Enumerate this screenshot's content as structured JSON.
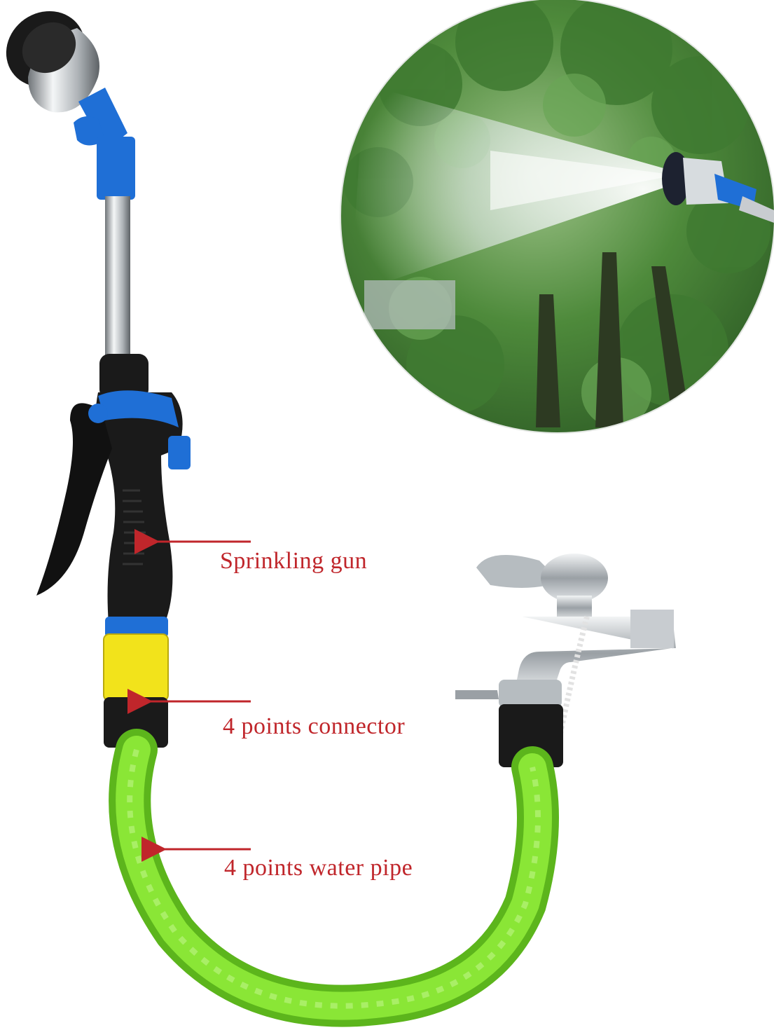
{
  "callouts": [
    {
      "id": "sprinkling-gun",
      "label": "Sprinkling gun"
    },
    {
      "id": "connector",
      "label": "4 points connector"
    },
    {
      "id": "water-pipe",
      "label": "4 points water pipe"
    }
  ],
  "colors": {
    "annotation": "#c0262b",
    "hose": "#7ed321",
    "grip_blue": "#1f6fd6",
    "connector_yellow": "#f2e31b",
    "body_black": "#1a1a1a",
    "metal": "#c8ccd0"
  }
}
